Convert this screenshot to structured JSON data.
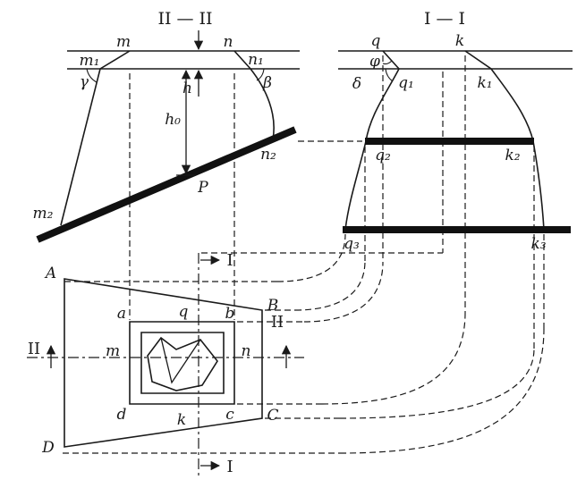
{
  "titles": {
    "left_section": "II — II",
    "right_section": "I — I"
  },
  "labels": {
    "s2_m": "m",
    "s2_n": "n",
    "s2_m1": "m₁",
    "s2_n1": "n₁",
    "s2_m2": "m₂",
    "s2_n2": "n₂",
    "s2_gamma": "γ",
    "s2_beta": "β",
    "s2_h": "h",
    "s2_h0": "h₀",
    "s2_P": "P",
    "s1_q": "q",
    "s1_k": "k",
    "s1_phi": "φ",
    "s1_delta": "δ",
    "s1_q1": "q₁",
    "s1_k1": "k₁",
    "s1_q2": "q₂",
    "s1_k2": "k₂",
    "s1_q3": "q₃",
    "s1_k3": "k₃",
    "plan_A": "A",
    "plan_B": "B",
    "plan_C": "C",
    "plan_D": "D",
    "plan_a": "a",
    "plan_b": "b",
    "plan_c": "c",
    "plan_d": "d",
    "plan_q": "q",
    "plan_k": "k",
    "plan_m": "m",
    "plan_n": "n",
    "cut_I_top": "I",
    "cut_I_bottom": "I",
    "cut_II_left": "II",
    "cut_II_right": "II"
  },
  "colors": {
    "ink": "#1a1a1a",
    "background": "#ffffff"
  }
}
